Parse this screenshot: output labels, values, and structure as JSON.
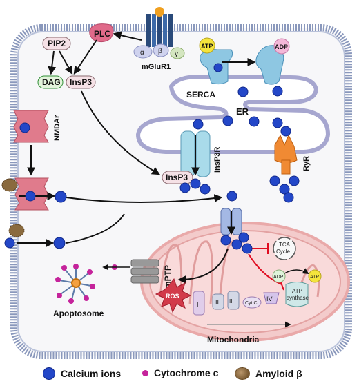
{
  "labels": {
    "plc": "PLC",
    "pip2": "PIP2",
    "dag": "DAG",
    "insp3_top": "InsP3",
    "insp3_er": "InsP3",
    "mglur1": "mGluR1",
    "alpha": "α",
    "beta": "β",
    "gamma": "γ",
    "atp": "ATP",
    "adp": "ADP",
    "serca": "SERCA",
    "er": "ER",
    "insp3r": "InsP3R",
    "ryr": "RyR",
    "nmdar": "NMDAr",
    "mptp": "mPTP",
    "ros": "ROS",
    "apoptosome": "Apoptosome",
    "tca_line1": "TCA",
    "tca_line2": "Cycle",
    "mito_adp": "ADP",
    "mito_atp": "ATP",
    "atp_synthase_line1": "ATP",
    "atp_synthase_line2": "synthase",
    "complex_1": "I",
    "complex_2": "II",
    "complex_3": "III",
    "complex_4": "IV",
    "cyt_c": "Cyt C",
    "mitochondria": "Mitochondria"
  },
  "legend": {
    "calcium": "Calcium ions",
    "cytochrome": "Cytochrome c",
    "amyloid": "Amyloid β"
  },
  "colors": {
    "calcium": "#2347c8",
    "cytochrome": "#c5239b",
    "membrane": "#7f90b4",
    "er_membrane": "#a6a6cf",
    "mito": "#f1c9c9",
    "plc": "#e06a8a",
    "dag": "#2f8f35",
    "inhibit": "#e00c20",
    "insp3r": "#a9dbea",
    "ryr": "#f08a33",
    "nmdar": "#e07b8c",
    "ros": "#d23a4a"
  },
  "icons": [
    "calcium-ion-icon",
    "cytochrome-c-icon",
    "amyloid-beta-icon",
    "receptor-icon",
    "channel-icon"
  ]
}
